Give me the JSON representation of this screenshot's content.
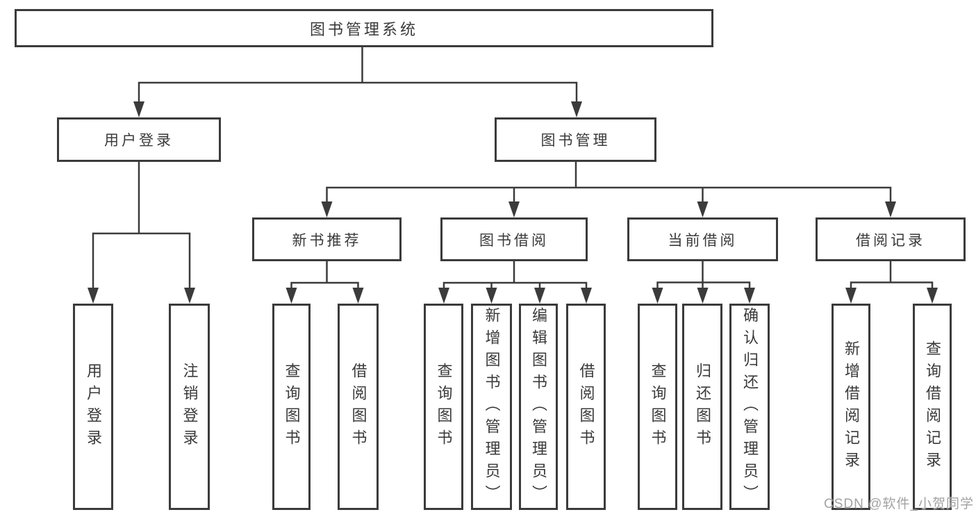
{
  "diagram_title": "图书管理系统",
  "tree": {
    "label": "图书管理系统",
    "children": [
      {
        "label": "用户登录",
        "children": [
          {
            "label": "用户登录"
          },
          {
            "label": "注销登录"
          }
        ]
      },
      {
        "label": "图书管理",
        "children": [
          {
            "label": "新书推荐",
            "children": [
              {
                "label": "查询图书"
              },
              {
                "label": "借阅图书"
              }
            ]
          },
          {
            "label": "图书借阅",
            "children": [
              {
                "label": "查询图书"
              },
              {
                "label": "新增图书（管理员）"
              },
              {
                "label": "编辑图书（管理员）"
              },
              {
                "label": "借阅图书"
              }
            ]
          },
          {
            "label": "当前借阅",
            "children": [
              {
                "label": "查询图书"
              },
              {
                "label": "归还图书"
              },
              {
                "label": "确认归还（管理员）"
              }
            ]
          },
          {
            "label": "借阅记录",
            "children": [
              {
                "label": "新增借阅记录"
              },
              {
                "label": "查询借阅记录"
              }
            ]
          }
        ]
      }
    ]
  },
  "watermark": "CSDN @软件_小贺同学",
  "colors": {
    "line": "#3b3b3b",
    "text": "#3a3a3a",
    "background": "#ffffff",
    "watermark": "#a2a2a2"
  }
}
